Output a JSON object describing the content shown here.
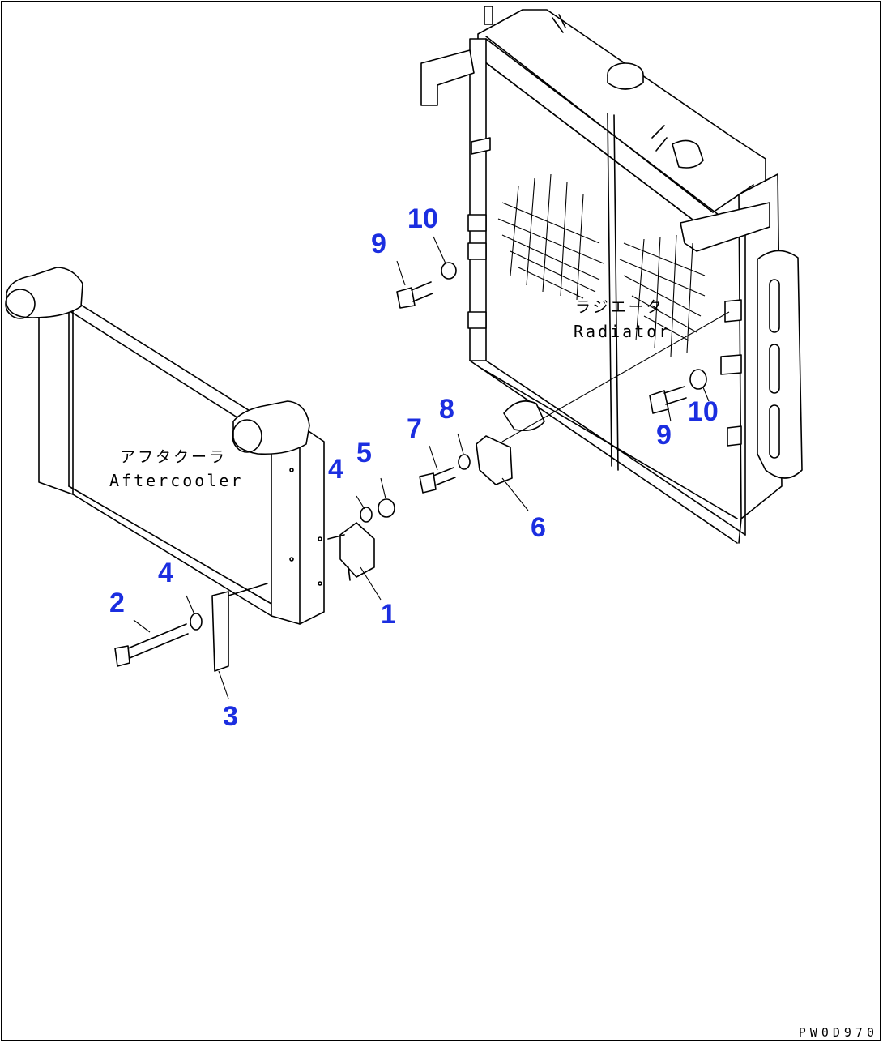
{
  "diagram": {
    "labels": {
      "aftercooler_jp": "アフタクーラ",
      "aftercooler_en": "Aftercooler",
      "radiator_jp": "ラジエータ",
      "radiator_en": "Radiator"
    },
    "callouts": [
      {
        "id": "c1",
        "text": "1"
      },
      {
        "id": "c2",
        "text": "2"
      },
      {
        "id": "c3",
        "text": "3"
      },
      {
        "id": "c4a",
        "text": "4"
      },
      {
        "id": "c4b",
        "text": "4"
      },
      {
        "id": "c5",
        "text": "5"
      },
      {
        "id": "c6",
        "text": "6"
      },
      {
        "id": "c7",
        "text": "7"
      },
      {
        "id": "c8",
        "text": "8"
      },
      {
        "id": "c9a",
        "text": "9"
      },
      {
        "id": "c9b",
        "text": "9"
      },
      {
        "id": "c10a",
        "text": "10"
      },
      {
        "id": "c10b",
        "text": "10"
      }
    ],
    "drawing_code": "PW0D970",
    "callout_color": "#1b2ee0"
  }
}
